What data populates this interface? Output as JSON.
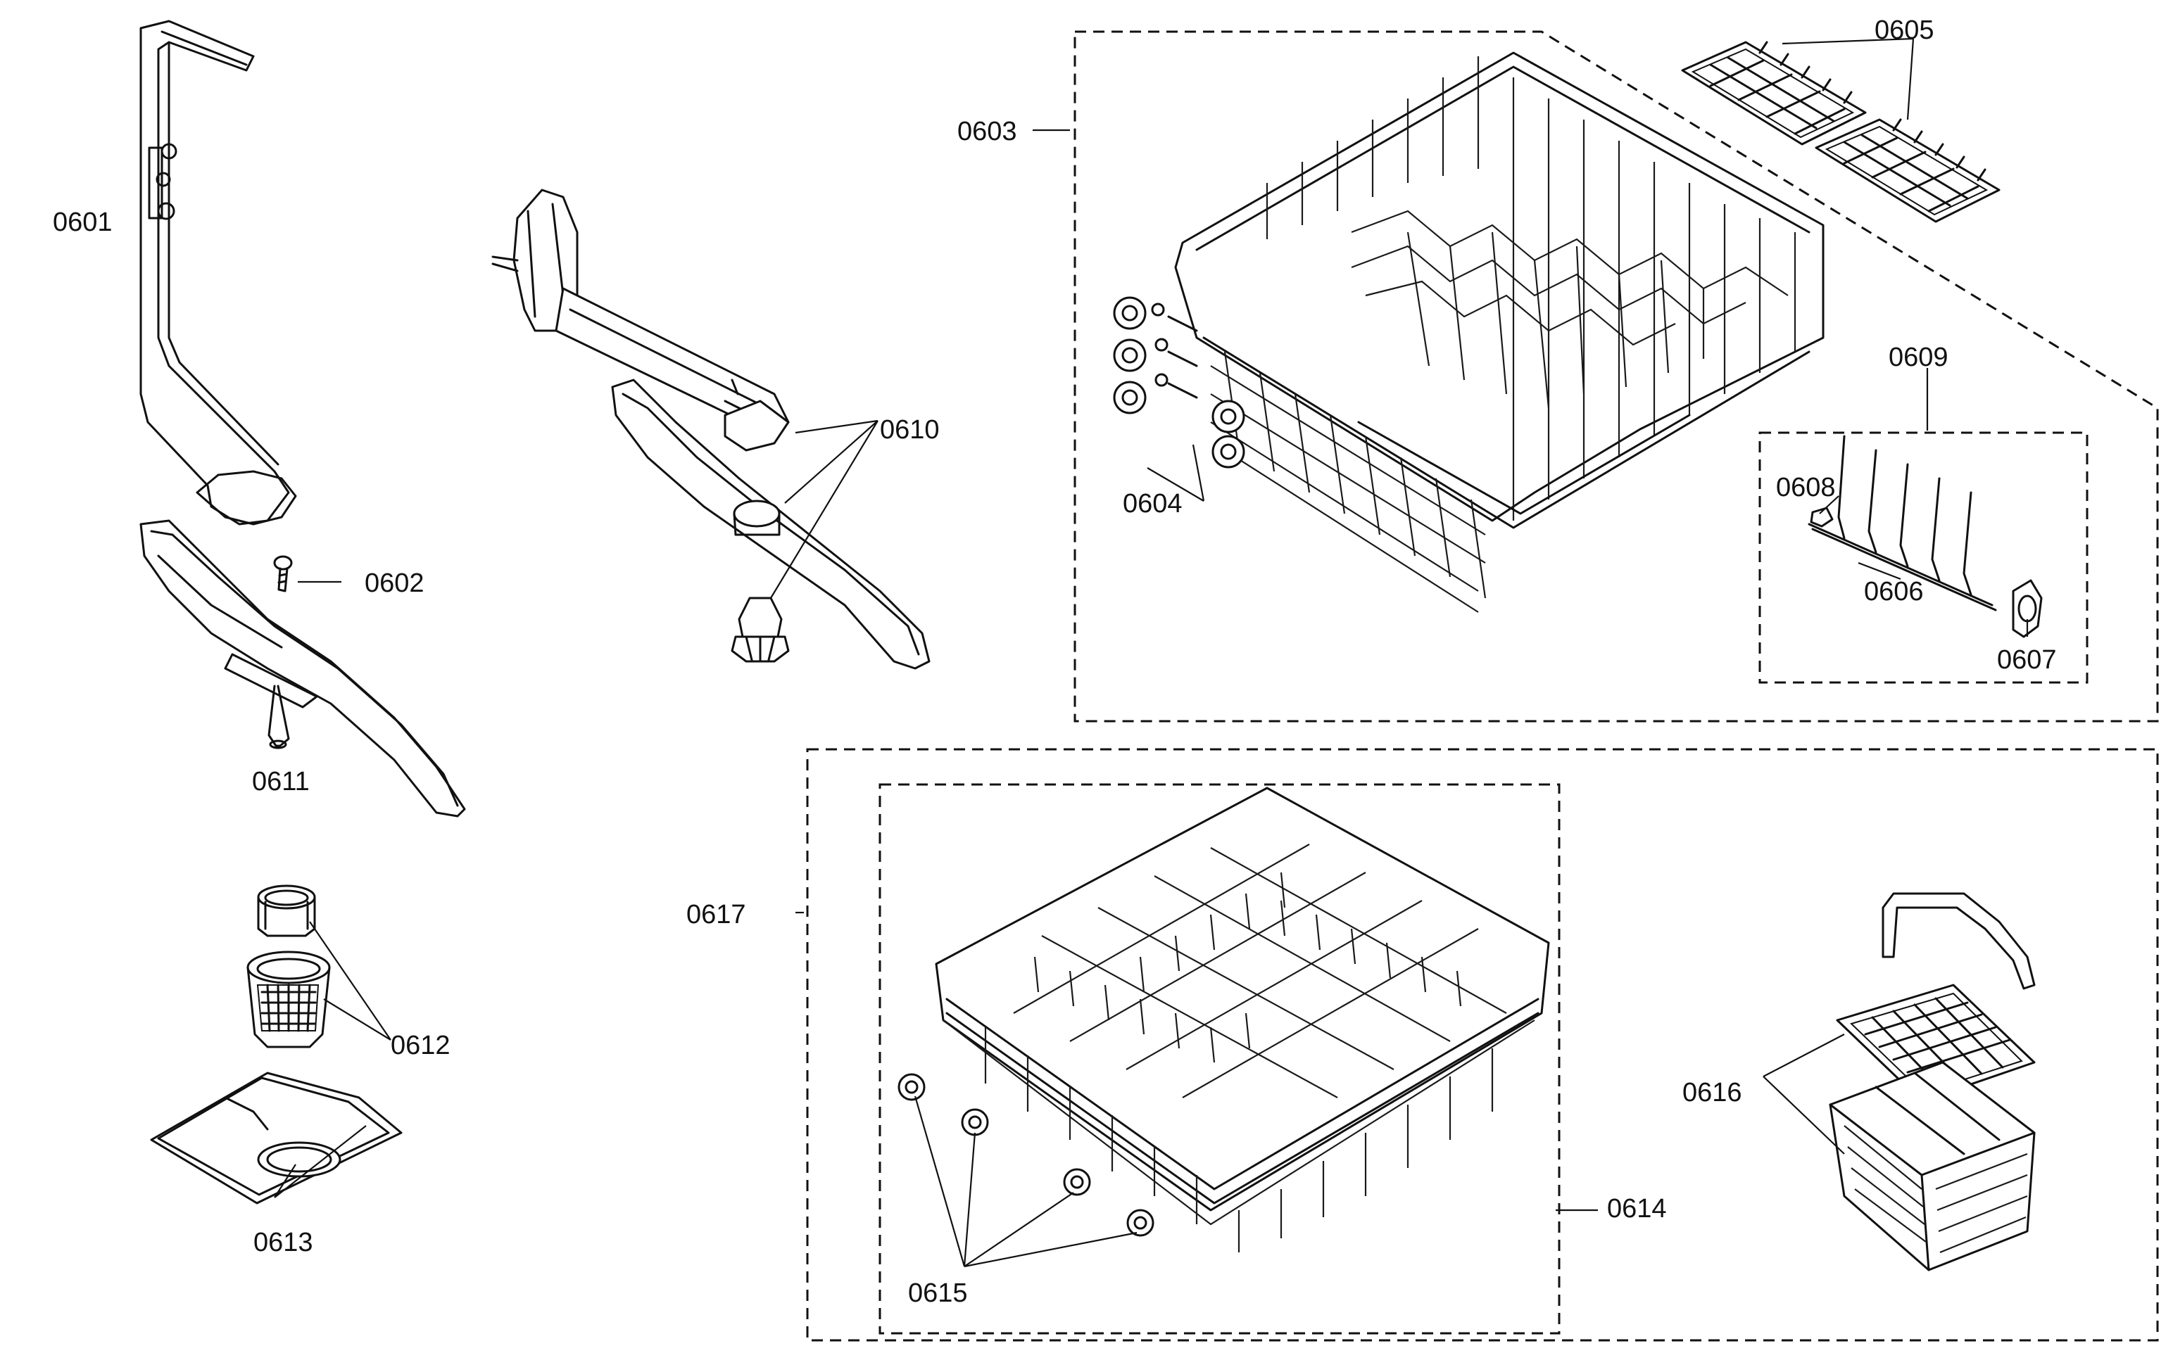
{
  "diagram": {
    "type": "exploded-parts-diagram",
    "parts": [
      {
        "id": "0601",
        "label": "0601"
      },
      {
        "id": "0602",
        "label": "0602"
      },
      {
        "id": "0603",
        "label": "0603"
      },
      {
        "id": "0604",
        "label": "0604"
      },
      {
        "id": "0605",
        "label": "0605"
      },
      {
        "id": "0606",
        "label": "0606"
      },
      {
        "id": "0607",
        "label": "0607"
      },
      {
        "id": "0608",
        "label": "0608"
      },
      {
        "id": "0609",
        "label": "0609"
      },
      {
        "id": "0610",
        "label": "0610"
      },
      {
        "id": "0611",
        "label": "0611"
      },
      {
        "id": "0612",
        "label": "0612"
      },
      {
        "id": "0613",
        "label": "0613"
      },
      {
        "id": "0614",
        "label": "0614"
      },
      {
        "id": "0615",
        "label": "0615"
      },
      {
        "id": "0616",
        "label": "0616"
      },
      {
        "id": "0617",
        "label": "0617"
      }
    ],
    "colors": {
      "line": "#111111",
      "background": "#ffffff"
    }
  }
}
